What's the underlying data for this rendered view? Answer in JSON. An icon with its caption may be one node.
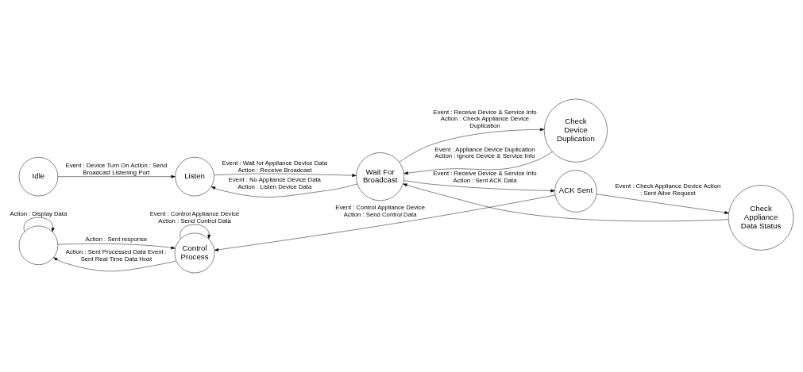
{
  "diagram": {
    "nodes": [
      {
        "text": [
          "Idle"
        ]
      },
      {
        "text": [
          "Listen"
        ]
      },
      {
        "text": [
          "Wait For Broadcast"
        ]
      },
      {
        "text": [
          "Check Device Duplication"
        ]
      },
      {
        "text": [
          "Check Appliance Data Status"
        ]
      },
      {
        "text": [
          "ACK Sent"
        ]
      },
      {
        "text": [],
        "shape": "circle"
      },
      {
        "text": [
          "Control Process"
        ]
      }
    ],
    "edges": [
      {
        "from": 0,
        "to": 1,
        "arrow": "to",
        "label": "Event : Device Turn On Action : Send Broadcast Listening Port"
      },
      {
        "from": 1,
        "to": 2,
        "arrow": "to",
        "label": "Event : Wait for Appliance Device Data Action : Receive Broadcast"
      },
      {
        "from": 2,
        "to": 1,
        "arrow": "to",
        "label": "Event : No Appliance Device Data Action : Listen Device Data"
      },
      {
        "from": 2,
        "to": 3,
        "arrow": "to",
        "label": "Event : Receive Device & Service Info Action : Check Appliance Device Duplication"
      },
      {
        "from": 3,
        "to": 2,
        "arrow": "to",
        "label": "Event : Appliance Device Duplication Action : Ignore Device & Service Info"
      },
      {
        "from": 2,
        "to": 5,
        "arrow": "to",
        "label": "Event : Receive Device & Service Info Action : Sent ACK Data"
      },
      {
        "from": 5,
        "to": 4,
        "arrow": "to",
        "label": "Event : Check Appliance Device Action : Sent Alive Request"
      },
      {
        "from": 4,
        "to": 2,
        "arrow": "to"
      },
      {
        "from": 5,
        "to": 7,
        "arrow": "to",
        "label": "Event : Control Appliance Device Action : Send Control Data"
      },
      {
        "from": 7,
        "to": 7,
        "arrow": "to",
        "label": "Event : Control Appliance Device Action : Send Control Data"
      },
      {
        "from": 6,
        "to": 7,
        "arrow": "to",
        "label": "Action : Sent response"
      },
      {
        "from": 7,
        "to": 6,
        "arrow": "to",
        "label": "Action : Sent Processed Data Event : Sent Real Time Data Host"
      },
      {
        "from": 6,
        "to": 6,
        "arrow": "to",
        "label": "Action : Display Data"
      }
    ]
  }
}
